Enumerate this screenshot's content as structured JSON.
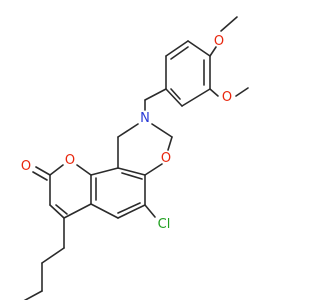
{
  "molecule": {
    "atom_labels": {
      "o_methoxy_top": "O",
      "o_methoxy_mid": "O",
      "n_ring": "N",
      "o_lactone_ring": "O",
      "o_oxazine_ring": "O",
      "o_carbonyl": "O",
      "cl": "Cl"
    },
    "colors": {
      "bond": "#2b2b2b",
      "oxygen": "#e8250c",
      "nitrogen": "#2a3bd6",
      "chlorine": "#20a020",
      "background": "#ffffff"
    }
  }
}
